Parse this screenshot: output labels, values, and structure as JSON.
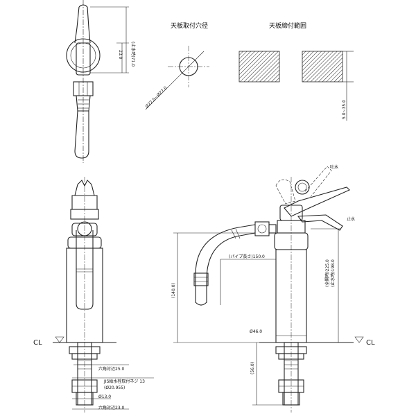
{
  "titles": {
    "hole": "天板取付穴径",
    "range": "天板締付範囲"
  },
  "dims": {
    "top_71": "(止水時)71.0",
    "top_23": "23.0",
    "hole_dia": "Ø22.0~Ø27.0",
    "range": "5.0~35.0",
    "h140": "(140.0)",
    "h56": "(56.0)",
    "total225": "(全開時)225.0",
    "stop198": "(止水時)198.0",
    "pipe": "(パイプ長さ)150.0",
    "dia46": "Ø46.0",
    "hex25": "六角対辺25.0",
    "jis": "JIS給水栓取付ネジ 13",
    "jis_sub": "(Ø20.955)",
    "dia13": "Ø13.0",
    "hex23": "六角対辺23.0"
  },
  "labels": {
    "cl_left": "CL",
    "cl_right": "CL",
    "open_water": "吐水",
    "stop_water": "止水"
  }
}
